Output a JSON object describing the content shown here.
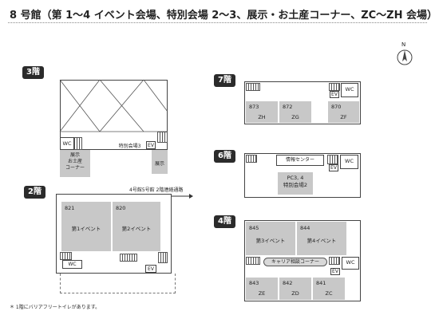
{
  "title": "8 号館（第 1〜4 イベント会場、特別会場 2〜3、展示・お土産コーナー、ZC〜ZH 会場）",
  "compass": "N",
  "floor3": {
    "badge": "3階",
    "wc": "WC",
    "ev": "EV",
    "special_room": "特別会場3",
    "display_souvenir": [
      "展示",
      "お土産",
      "コーナー"
    ],
    "display": "展示"
  },
  "floor2": {
    "badge": "2階",
    "connection": "4号館5号館 2階連絡通路",
    "rooms": [
      {
        "number": "821",
        "label": "第1イベント"
      },
      {
        "number": "820",
        "label": "第2イベント"
      }
    ],
    "wc": "WC",
    "ev": "EV"
  },
  "floor7": {
    "badge": "7階",
    "wc": "WC",
    "ev": "EV",
    "rooms": [
      {
        "number": "873",
        "code": "ZH"
      },
      {
        "number": "872",
        "code": "ZG"
      },
      {
        "number": "870",
        "code": "ZF"
      }
    ]
  },
  "floor6": {
    "badge": "6階",
    "info_center": "情報センター",
    "room": [
      "PC3, 4",
      "特別会場2"
    ],
    "wc": "WC",
    "ev": "EV"
  },
  "floor4": {
    "badge": "4階",
    "rooms": [
      {
        "number": "845",
        "label": "第3イベント"
      },
      {
        "number": "844",
        "label": "第4イベント"
      },
      {
        "number": "843",
        "code": "ZE"
      },
      {
        "number": "842",
        "code": "ZD"
      },
      {
        "number": "841",
        "code": "ZC"
      }
    ],
    "career_corner": "キャリア相談コーナー",
    "wc": "WC",
    "ev": "EV"
  },
  "footnote": "＊ 1階にバリアフリートイレがあります。"
}
